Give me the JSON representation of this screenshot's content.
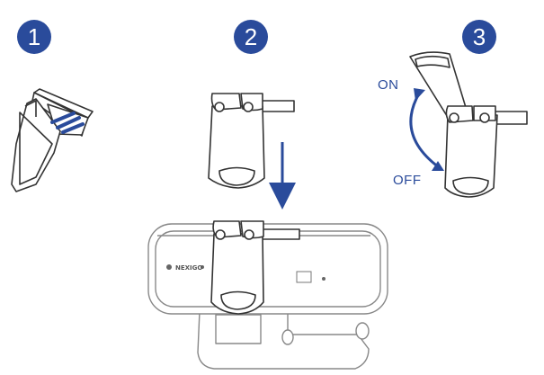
{
  "steps": [
    {
      "number": "1"
    },
    {
      "number": "2"
    },
    {
      "number": "3"
    }
  ],
  "toggle": {
    "on_label": "ON",
    "off_label": "OFF"
  },
  "brand": {
    "name": "NEXIGO"
  },
  "colors": {
    "accent": "#2a4b9b",
    "stroke": "#333333",
    "camera_stroke": "#888888"
  }
}
